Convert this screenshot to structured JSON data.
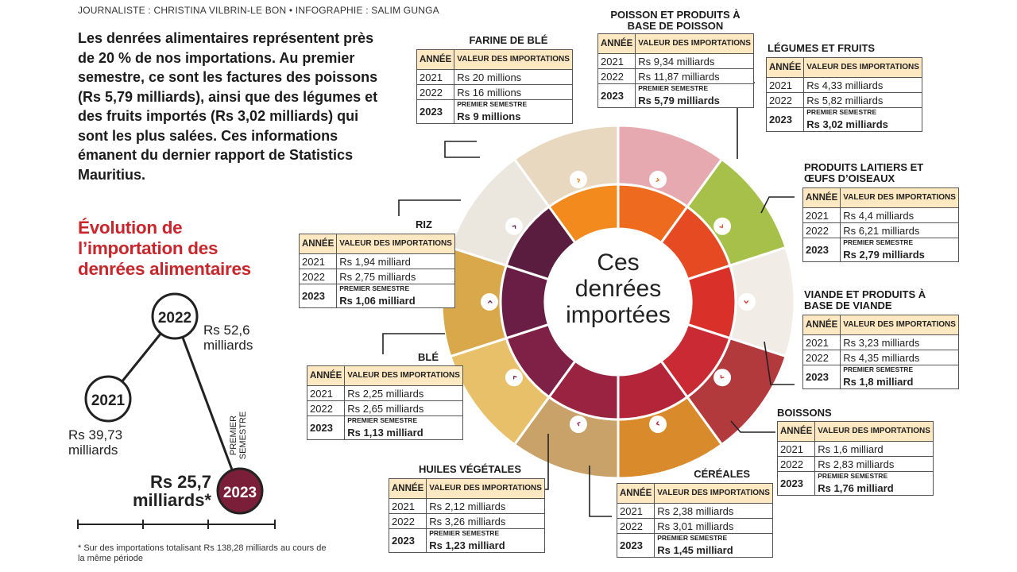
{
  "credits": "JOURNALISTE : CHRISTINA VILBRIN-LE BON • INFOGRAPHIE : SALIM GUNGA",
  "intro": "Les denrées alimentaires représentent près de 20 % de nos importations. Au premier semestre, ce sont les factures des poissons (Rs 5,79 milliards), ainsi que des légumes et des fruits importés (Rs 3,02 milliards) qui sont les plus salées. Ces informations émanent du dernier rapport de Statistics Mauritius.",
  "evolution": {
    "title": "Évolution de l’importation des denrées alimentaires",
    "points": [
      {
        "year": "2021",
        "value": "Rs 39,73 milliards"
      },
      {
        "year": "2022",
        "value": "Rs 52,6 milliards"
      },
      {
        "year": "2023",
        "value": "Rs 25,7 milliards*",
        "note": "PREMIER SEMESTRE"
      }
    ],
    "footnote": "* Sur des importations totalisant Rs 138,28 milliards au cours de la même période",
    "colors": {
      "circle_2023": "#7a1e3a",
      "line": "#222222"
    }
  },
  "wheel": {
    "center_text": [
      "Ces",
      "denrées",
      "importées"
    ],
    "colors": [
      "#f28a1e",
      "#ee6a1f",
      "#e64a22",
      "#d9302a",
      "#c92a33",
      "#b4253a",
      "#9a2342",
      "#7f2046",
      "#6a1e46",
      "#5a1c3f",
      "#6b2144",
      "#8a2342"
    ]
  },
  "table_headers": {
    "year": "ANNÉE",
    "value": "VALEUR DES IMPORTATIONS",
    "semester": "PREMIER SEMESTRE"
  },
  "categories": [
    {
      "name": "FARINE DE BLÉ",
      "v2021": "Rs 20 millions",
      "v2022": "Rs 16 millions",
      "v2023": "Rs 9 millions"
    },
    {
      "name": "POISSON ET PRODUITS À BASE DE POISSON",
      "v2021": "Rs 9,34 milliards",
      "v2022": "Rs 11,87 milliards",
      "v2023": "Rs 5,79 milliards"
    },
    {
      "name": "LÉGUMES ET FRUITS",
      "v2021": "Rs 4,33 milliards",
      "v2022": "Rs 5,82 milliards",
      "v2023": "Rs 3,02 milliards"
    },
    {
      "name": "PRODUITS LAITIERS ET ŒUFS D’OISEAUX",
      "v2021": "Rs 4,4 milliards",
      "v2022": "Rs 6,21 milliards",
      "v2023": "Rs 2,79 milliards"
    },
    {
      "name": "VIANDE ET PRODUITS À BASE DE VIANDE",
      "v2021": "Rs 3,23 milliards",
      "v2022": "Rs 4,35 milliards",
      "v2023": "Rs 1,8 milliard"
    },
    {
      "name": "BOISSONS",
      "v2021": "Rs 1,6 milliard",
      "v2022": "Rs 2,83 milliards",
      "v2023": "Rs 1,76 milliard"
    },
    {
      "name": "CÉRÉALES",
      "v2021": "Rs 2,38 milliards",
      "v2022": "Rs 3,01 milliards",
      "v2023": "Rs 1,45 milliard"
    },
    {
      "name": "HUILES VÉGÉTALES",
      "v2021": "Rs 2,12 milliards",
      "v2022": "Rs 3,26 milliards",
      "v2023": "Rs 1,23 milliard"
    },
    {
      "name": "BLÉ",
      "v2021": "Rs 2,25 milliards",
      "v2022": "Rs 2,65 milliards",
      "v2023": "Rs 1,13 milliard"
    },
    {
      "name": "RIZ",
      "v2021": "Rs 1,94 milliard",
      "v2022": "Rs 2,75 milliards",
      "v2023": "Rs 1,06 milliard"
    }
  ],
  "years": {
    "y2021": "2021",
    "y2022": "2022",
    "y2023": "2023"
  }
}
